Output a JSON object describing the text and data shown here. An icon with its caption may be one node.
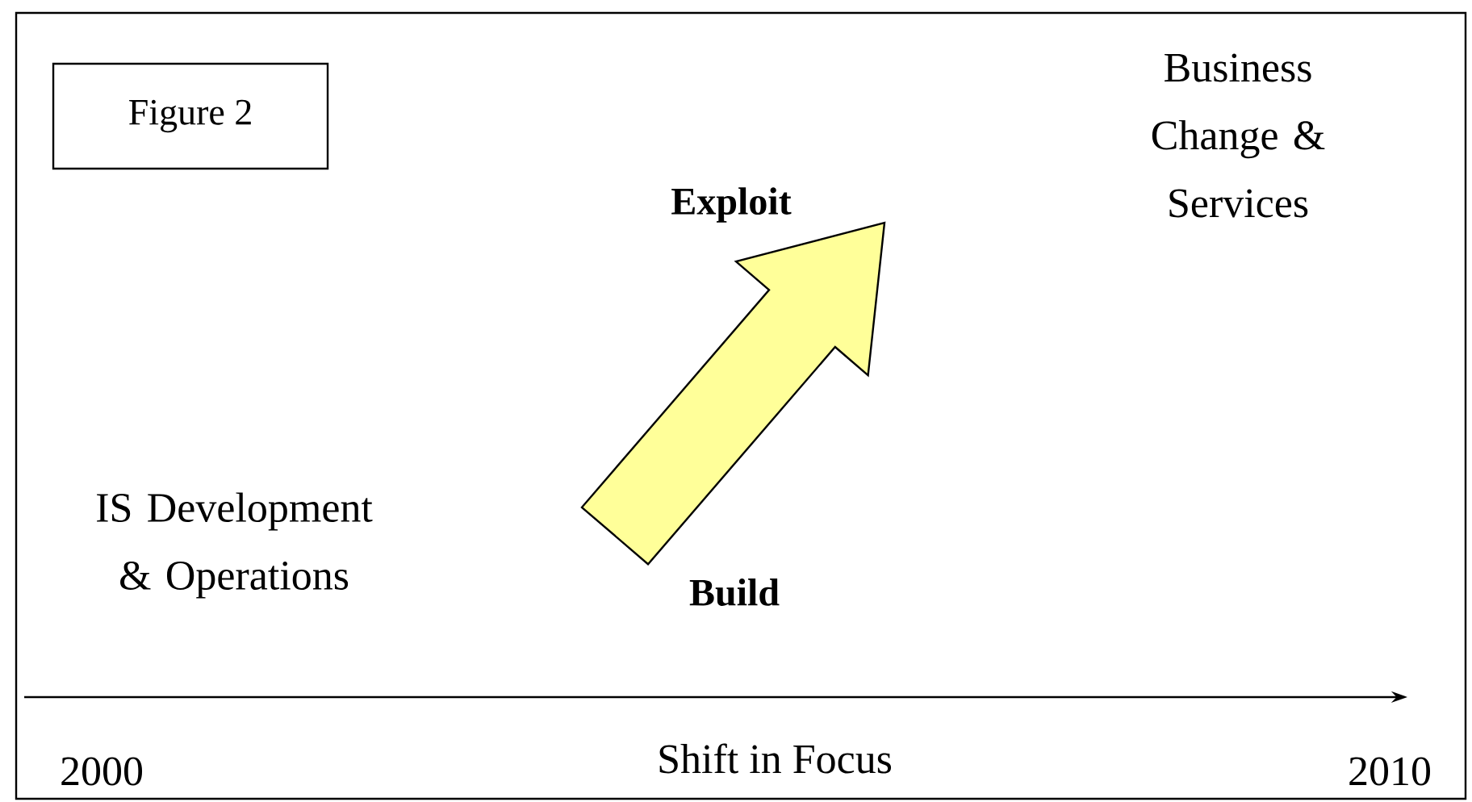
{
  "diagram": {
    "nodes": [
      {
        "text": [
          "Figure 2"
        ]
      },
      {
        "text": [
          "Exploit"
        ]
      },
      {
        "text": [
          "Build"
        ]
      }
    ],
    "edges": [
      {
        "from": 2,
        "to": 1,
        "arrow": "to",
        "style": "thick"
      }
    ],
    "labels": [
      "Business Change & Services",
      "IS Development & Operations",
      "2000",
      "Shift in Focus",
      "2010"
    ]
  }
}
